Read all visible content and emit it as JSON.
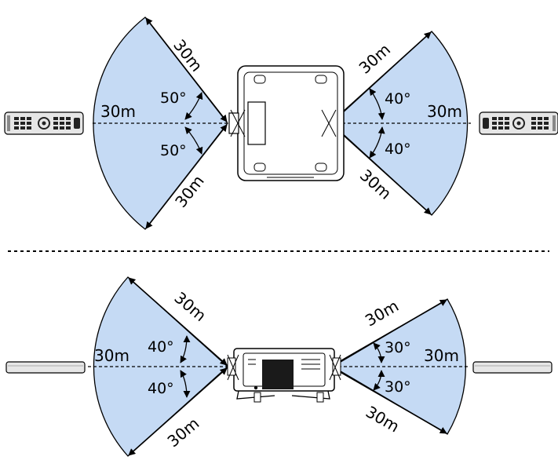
{
  "colors": {
    "sector_fill": "#c5daf4",
    "stroke": "#000000",
    "separator": "#000000",
    "remote_body": "#e6e6e6",
    "projector_window": "#1a1a1a"
  },
  "top_view": {
    "left_sector": {
      "range": "30m",
      "upper_ray": "30m",
      "lower_ray": "30m",
      "upper_angle": "50°",
      "lower_angle": "50°"
    },
    "right_sector": {
      "range": "30m",
      "upper_ray": "30m",
      "lower_ray": "30m",
      "upper_angle": "40°",
      "lower_angle": "40°"
    },
    "left_device": "remote-control-icon",
    "right_device": "remote-control-icon",
    "projector": "projector-top-view-icon"
  },
  "side_view": {
    "left_sector": {
      "range": "30m",
      "upper_ray": "30m",
      "lower_ray": "30m",
      "upper_angle": "40°",
      "lower_angle": "40°"
    },
    "right_sector": {
      "range": "30m",
      "upper_ray": "30m",
      "lower_ray": "30m",
      "upper_angle": "30°",
      "lower_angle": "30°"
    },
    "left_device": "remote-control-side-icon",
    "right_device": "remote-control-side-icon",
    "projector": "projector-front-view-icon"
  }
}
